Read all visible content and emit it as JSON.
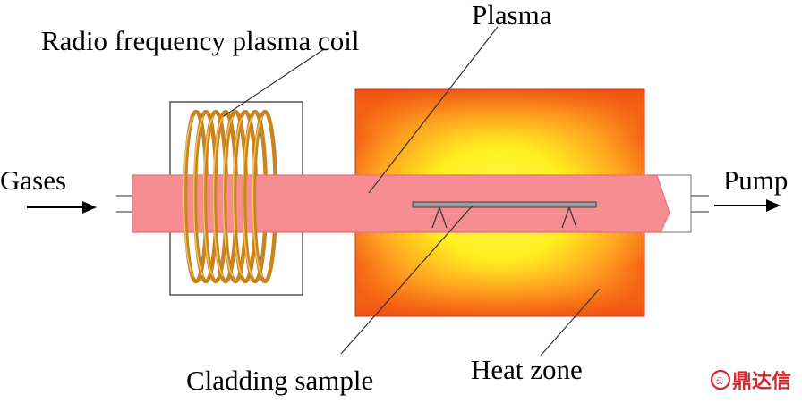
{
  "diagram": {
    "labels": {
      "plasma_coil": "Radio frequency plasma coil",
      "plasma": "Plasma",
      "gases": "Gases",
      "pump": "Pump",
      "cladding_sample": "Cladding sample",
      "heat_zone": "Heat zone"
    },
    "watermark": "鼎达信",
    "colors": {
      "plasma": "#f58d93",
      "plasma_edge": "#e8737c",
      "coil": "#c8851f",
      "coil_highlight": "#f0c060",
      "furnace_outer": "#f04a10",
      "furnace_inner": "#ffff40",
      "sample": "#9e9e9e",
      "watermark": "#d9262a"
    }
  }
}
